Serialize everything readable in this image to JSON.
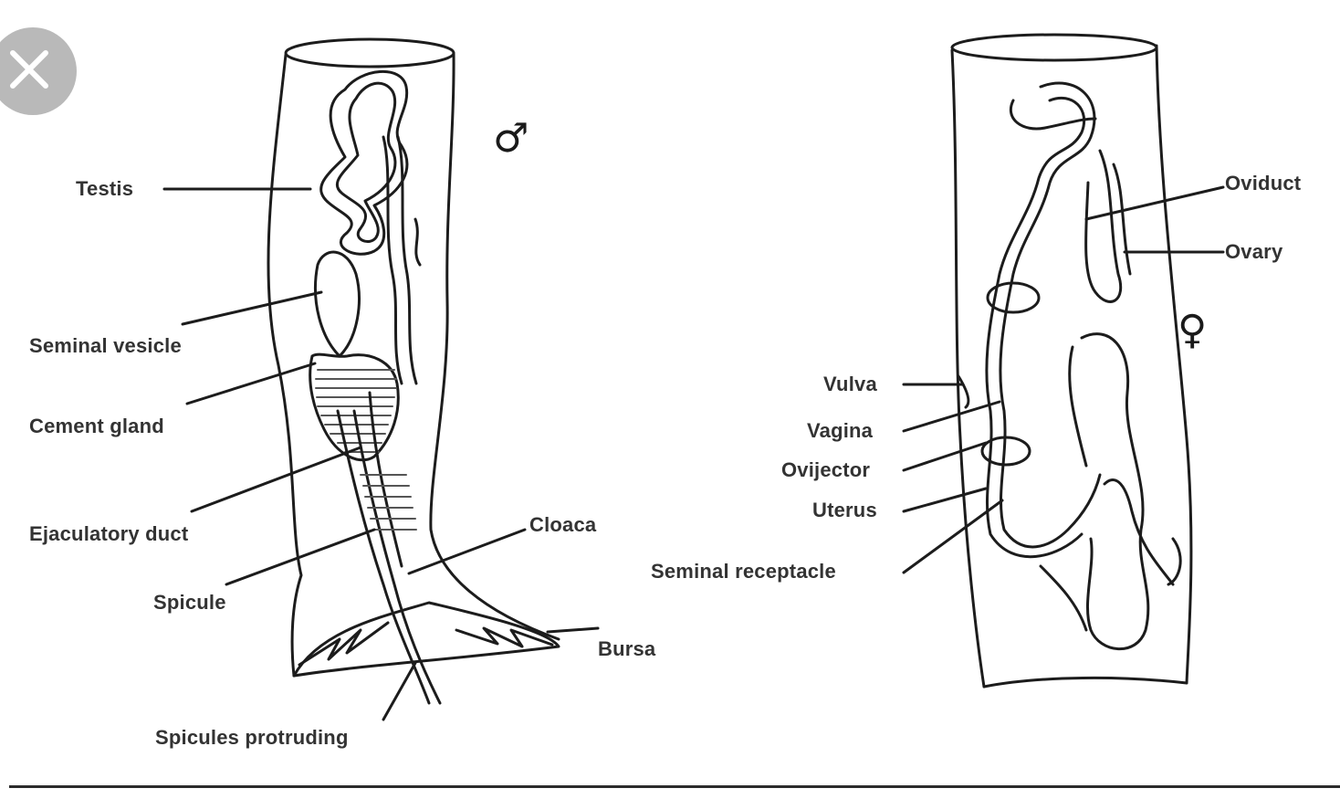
{
  "male_symbol": "♂",
  "female_symbol": "♀",
  "close_icon": "close-icon",
  "male_labels": {
    "testis": "Testis",
    "seminal_vesicle": "Seminal vesicle",
    "cement_gland": "Cement gland",
    "ejaculatory_duct": "Ejaculatory duct",
    "spicule": "Spicule",
    "cloaca": "Cloaca",
    "bursa": "Bursa",
    "spicules_protruding": "Spicules protruding"
  },
  "female_labels": {
    "oviduct": "Oviduct",
    "ovary": "Ovary",
    "vulva": "Vulva",
    "vagina": "Vagina",
    "ovijector": "Ovijector",
    "uterus": "Uterus",
    "seminal_receptacle": "Seminal receptacle"
  }
}
